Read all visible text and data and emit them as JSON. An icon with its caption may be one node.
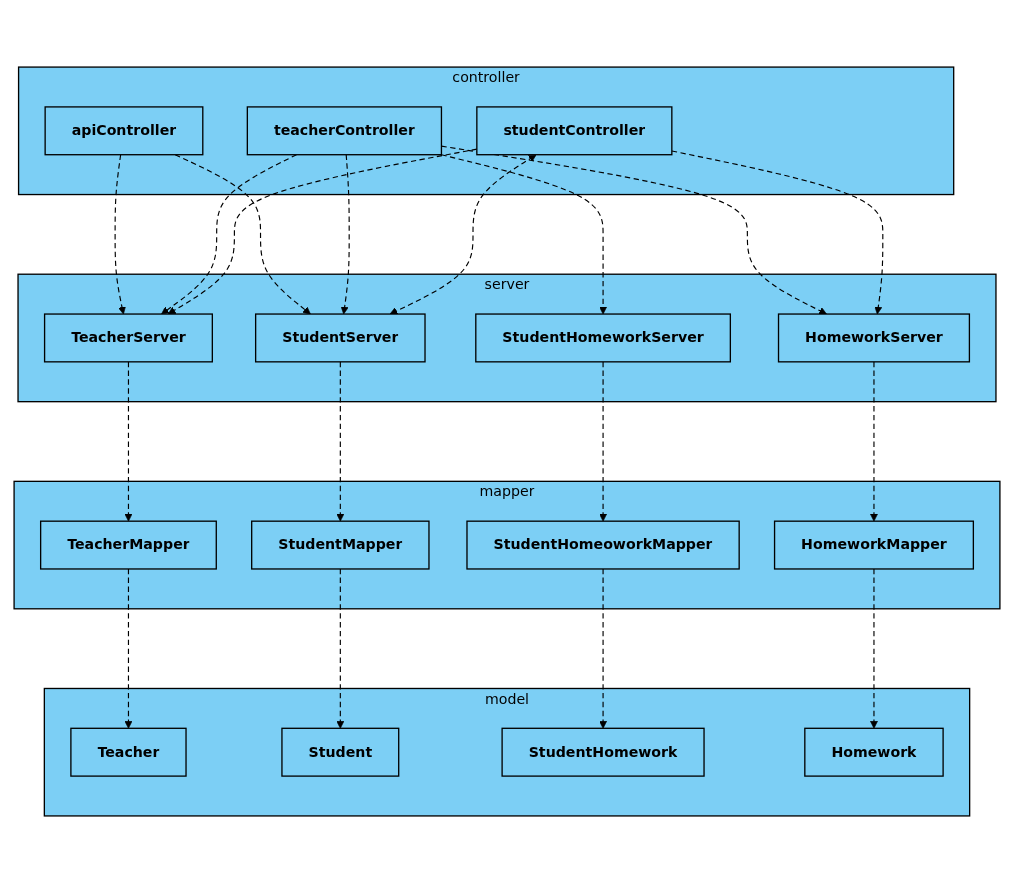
{
  "diagram": {
    "nodes": [
      {
        "text": [
          "controller"
        ]
      },
      {
        "text": [
          "apiController"
        ],
        "in": 0
      },
      {
        "text": [
          "teacherController"
        ],
        "in": 0
      },
      {
        "text": [
          "studentController"
        ],
        "in": 0
      },
      {
        "text": [
          "server"
        ]
      },
      {
        "text": [
          "HomeworkServer"
        ],
        "in": 4
      },
      {
        "text": [
          "StudentHomeworkServer"
        ],
        "in": 4
      },
      {
        "text": [
          "StudentServer"
        ],
        "in": 4
      },
      {
        "text": [
          "TeacherServer"
        ],
        "in": 4
      },
      {
        "text": [
          "mapper"
        ]
      },
      {
        "text": [
          "HomeworkMapper"
        ],
        "in": 9
      },
      {
        "text": [
          "StudentHomeoworkMapper"
        ],
        "in": 9
      },
      {
        "text": [
          "StudentMapper"
        ],
        "in": 9
      },
      {
        "text": [
          "TeacherMapper"
        ],
        "in": 9
      },
      {
        "text": [
          "model"
        ]
      },
      {
        "text": [
          "Homework"
        ],
        "in": 14
      },
      {
        "text": [
          "StudentHomework"
        ],
        "in": 14
      },
      {
        "text": [
          "Student"
        ],
        "in": 14
      },
      {
        "text": [
          "Teacher"
        ],
        "in": 14
      }
    ],
    "edges": [
      {
        "from": 1,
        "to": 7,
        "arrow": "to",
        "style": "dashed"
      },
      {
        "from": 1,
        "to": 8,
        "arrow": "to",
        "style": "dashed"
      },
      {
        "from": 2,
        "to": 6,
        "arrow": "to",
        "style": "dashed"
      },
      {
        "from": 2,
        "to": 7,
        "arrow": "to",
        "style": "dashed"
      },
      {
        "from": 2,
        "to": 5,
        "arrow": "to",
        "style": "dashed"
      },
      {
        "from": 2,
        "to": 8,
        "arrow": "to",
        "style": "dashed"
      },
      {
        "from": 3,
        "to": 8,
        "arrow": "to",
        "style": "dashed"
      },
      {
        "from": 3,
        "to": 5,
        "arrow": "to",
        "style": "dashed"
      },
      {
        "from": 3,
        "to": 7,
        "arrow": "both",
        "style": "dashed"
      },
      {
        "from": 5,
        "to": 10,
        "arrow": "to",
        "style": "dashed"
      },
      {
        "from": 6,
        "to": 11,
        "arrow": "to",
        "style": "dashed"
      },
      {
        "from": 7,
        "to": 12,
        "arrow": "to",
        "style": "dashed"
      },
      {
        "from": 8,
        "to": 13,
        "arrow": "to",
        "style": "dashed"
      },
      {
        "from": 10,
        "to": 15,
        "arrow": "to",
        "style": "dashed"
      },
      {
        "from": 11,
        "to": 16,
        "arrow": "to",
        "style": "dashed"
      },
      {
        "from": 12,
        "to": 17,
        "arrow": "to",
        "style": "dashed"
      },
      {
        "from": 13,
        "to": 18,
        "arrow": "to",
        "style": "dashed"
      }
    ]
  }
}
